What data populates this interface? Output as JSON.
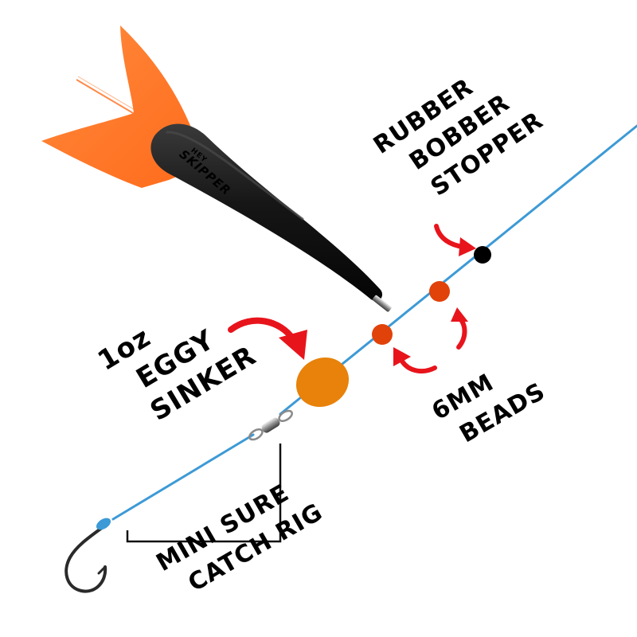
{
  "labels": {
    "stopper": [
      "RUBBER",
      "BOBBER",
      "STOPPER"
    ],
    "sinker": [
      "1oz",
      "EGGY",
      "SINKER"
    ],
    "beads": [
      "6MM",
      "BEADS"
    ],
    "rig": [
      "MINI SURE",
      "CATCH RIG"
    ]
  },
  "brand": {
    "line1": "HEY",
    "line2": "SKIPPER"
  },
  "colors": {
    "line": "#3d9ad6",
    "fin": "#ff7a2b",
    "float_body": "#141414",
    "sinker": "#e8820a",
    "bead": "#e0420a",
    "stopper": "#000000",
    "arrow": "#e8141c",
    "text": "#000000"
  },
  "icons": {
    "swivel": "barrel-swivel-icon",
    "hook": "fish-hook-icon",
    "arrow": "curved-arrow-icon"
  }
}
